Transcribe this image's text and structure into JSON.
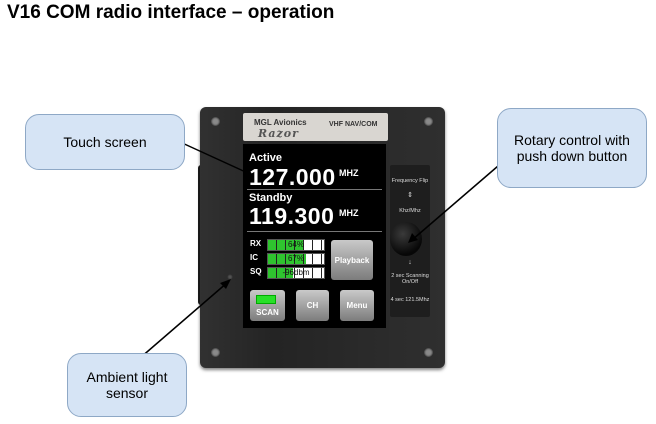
{
  "title": "V16 COM radio interface – operation",
  "device": {
    "brand_line": "MGL Avionics",
    "brand_logo": "Razor",
    "model": "VHF NAV/COM",
    "active_label": "Active",
    "active_freq": "127.000",
    "standby_label": "Standby",
    "standby_freq": "119.300",
    "unit": "MHZ",
    "meters": [
      {
        "label": "RX",
        "text": "64%",
        "fill": 0.64
      },
      {
        "label": "IC",
        "text": "67%",
        "fill": 0.67
      },
      {
        "label": "SQ",
        "text": "-96dbm",
        "fill": 0.45
      }
    ],
    "buttons": {
      "playback": "Playback",
      "scan": "SCAN",
      "ch": "CH",
      "menu": "Menu"
    },
    "side": {
      "top": "Frequency Flip",
      "top_sub": "Khz/Mhz",
      "bottom1": "2 sec Scanning On/Off",
      "bottom2": "4 sec 121.5Mhz"
    }
  },
  "callouts": {
    "touch": "Touch screen",
    "rotary": "Rotary control with push down button",
    "ambient": "Ambient light sensor"
  }
}
